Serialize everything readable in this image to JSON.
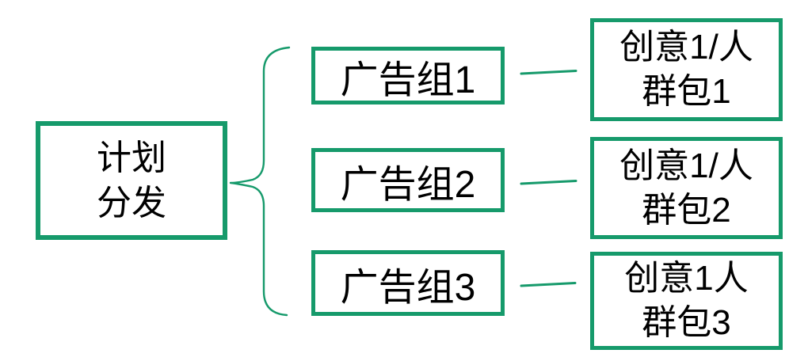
{
  "colors": {
    "accent": "#169a6b",
    "text": "#000000",
    "background": "#ffffff"
  },
  "diagram": {
    "root": {
      "lines": [
        "计划",
        "分发"
      ]
    },
    "groups": [
      {
        "label": "广告组1"
      },
      {
        "label": "广告组2"
      },
      {
        "label": "广告组3"
      }
    ],
    "creatives": [
      {
        "lines": [
          "创意1/人",
          "群包1"
        ]
      },
      {
        "lines": [
          "创意1/人",
          "群包2"
        ]
      },
      {
        "lines": [
          "创意1人",
          "群包3"
        ]
      }
    ]
  }
}
